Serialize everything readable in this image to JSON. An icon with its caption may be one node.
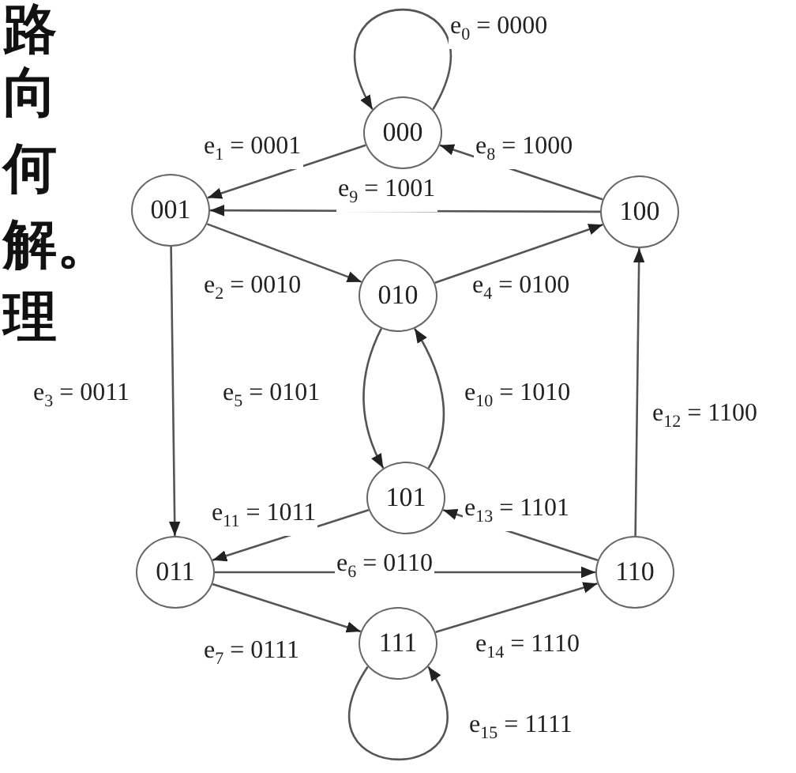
{
  "diagram": {
    "nodes": [
      {
        "text": [
          "000"
        ]
      },
      {
        "text": [
          "001"
        ]
      },
      {
        "text": [
          "100"
        ]
      },
      {
        "text": [
          "010"
        ]
      },
      {
        "text": [
          "101"
        ]
      },
      {
        "text": [
          "011"
        ]
      },
      {
        "text": [
          "110"
        ]
      },
      {
        "text": [
          "111"
        ]
      }
    ],
    "edges": [
      {
        "from": 0,
        "to": 0,
        "arrow": "to",
        "label": "e$_{0}$ = 0000"
      },
      {
        "from": 0,
        "to": 1,
        "arrow": "to",
        "label": "e$_{1}$ = 0001"
      },
      {
        "from": 1,
        "to": 3,
        "arrow": "to",
        "label": "e$_{2}$ = 0010"
      },
      {
        "from": 1,
        "to": 5,
        "arrow": "to",
        "label": "e$_{3}$ = 0011"
      },
      {
        "from": 3,
        "to": 2,
        "arrow": "to",
        "label": "e$_{4}$ = 0100"
      },
      {
        "from": 3,
        "to": 4,
        "arrow": "to",
        "label": "e$_{5}$ = 0101"
      },
      {
        "from": 5,
        "to": 6,
        "arrow": "to",
        "label": "e$_{6}$ = 0110"
      },
      {
        "from": 5,
        "to": 7,
        "arrow": "to",
        "label": "e$_{7}$ = 0111"
      },
      {
        "from": 2,
        "to": 0,
        "arrow": "to",
        "label": "e$_{8}$ = 1000"
      },
      {
        "from": 2,
        "to": 1,
        "arrow": "to",
        "label": "e$_{9}$ = 1001"
      },
      {
        "from": 4,
        "to": 3,
        "arrow": "to",
        "label": "e$_{10}$ = 1010"
      },
      {
        "from": 4,
        "to": 5,
        "arrow": "to",
        "label": "e$_{11}$ = 1011"
      },
      {
        "from": 6,
        "to": 2,
        "arrow": "to",
        "label": "e$_{12}$ = 1100"
      },
      {
        "from": 6,
        "to": 4,
        "arrow": "to",
        "label": "e$_{13}$ = 1101"
      },
      {
        "from": 7,
        "to": 6,
        "arrow": "to",
        "label": "e$_{14}$ = 1110"
      },
      {
        "from": 7,
        "to": 7,
        "arrow": "to",
        "label": "e$_{15}$ = 1111"
      }
    ],
    "labels": [
      "路",
      "向",
      "何",
      "解。",
      "理"
    ]
  }
}
